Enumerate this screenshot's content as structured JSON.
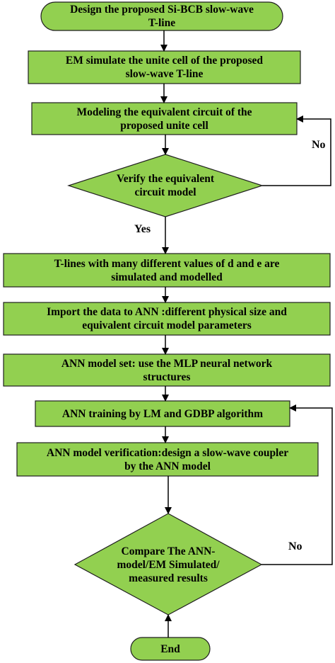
{
  "nodes": {
    "design": {
      "text": "Design the proposed Si-BCB slow-wave\nT-line"
    },
    "em_simulate": {
      "text": "EM simulate the unite cell of the proposed\nslow-wave T-line"
    },
    "modeling": {
      "text": "Modeling the equivalent circuit of the\nproposed unite cell"
    },
    "verify": {
      "text": "Verify the equivalent\ncircuit model"
    },
    "tlines": {
      "text": "T-lines with many different values of d and e are\nsimulated and modelled"
    },
    "import_data": {
      "text": "Import the data to ANN :different physical size and\nequivalent circuit model parameters"
    },
    "ann_set": {
      "text": "ANN model set: use the MLP neural network\nstructures"
    },
    "ann_training": {
      "text": "ANN training by LM and GDBP algorithm"
    },
    "ann_verification": {
      "text": "ANN model verification:design a slow-wave coupler\nby the ANN model"
    },
    "compare": {
      "text": "Compare The ANN-\nmodel/EM Simulated/\nmeasured results"
    },
    "end": {
      "text": "End"
    }
  },
  "edges": {
    "no_top": "No",
    "yes": "Yes",
    "no_bottom": "No"
  },
  "colors": {
    "fill": "#92d050",
    "stroke": "#1f1f1f",
    "line": "#000000"
  }
}
